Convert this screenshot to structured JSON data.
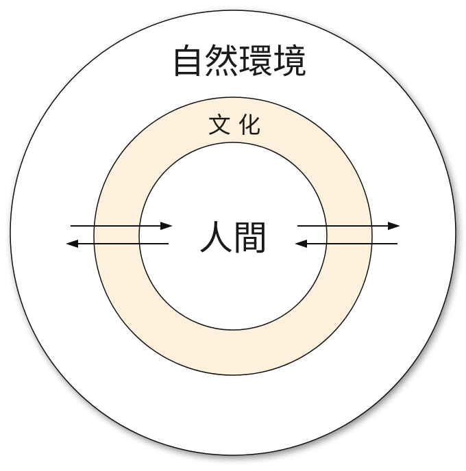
{
  "diagram": {
    "outer_label": "自然環境",
    "ring_label": "文 化",
    "center_label": "人間"
  },
  "colors": {
    "outer_circle_fill": "#ffffff",
    "ring_fill": "#fdf0dc",
    "inner_circle_fill": "#ffffff",
    "stroke": "#111111",
    "text": "#1a1a1a"
  }
}
